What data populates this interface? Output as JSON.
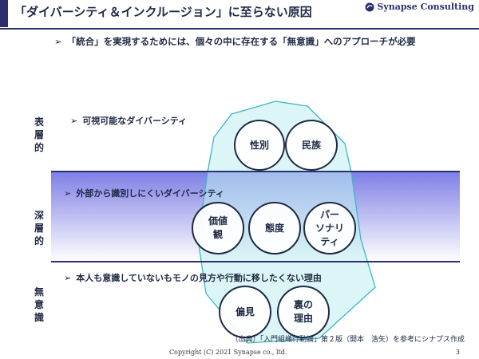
{
  "header": {
    "title": "「ダイバーシティ＆インクルージョン」に至らない原因",
    "logo_text": "Synapse Consulting"
  },
  "subtitle": "「統合」を実現するためには、個々の中に存在する「無意識」へのアプローチが必要",
  "layers": [
    {
      "label": "表層的",
      "text": "可視可能なダイバーシティ",
      "items": [
        "性別",
        "民族"
      ]
    },
    {
      "label": "深層的",
      "text": "外部から識別しにくいダイバーシティ",
      "items": [
        "価値\n観",
        "態度",
        "パー\nソナリ\nティ"
      ]
    },
    {
      "label": "無意識",
      "text": "本人も意識していないもモノの見方や行動に移したくない理由",
      "items": [
        "偏見",
        "裏の\n理由"
      ]
    }
  ],
  "footer": {
    "source": "（出典）「入門組織行動論」第２版（開本　浩矢）を参考にシナプス作成",
    "copyright": "Copyright (C) 2021 Synapse co., ltd.",
    "page_number": "3"
  },
  "colors": {
    "navy": "#2b2f6e",
    "band_top": "#7f80e6",
    "iceberg_fill": "#bfeff0",
    "iceberg_stroke": "#3cb8c4"
  }
}
